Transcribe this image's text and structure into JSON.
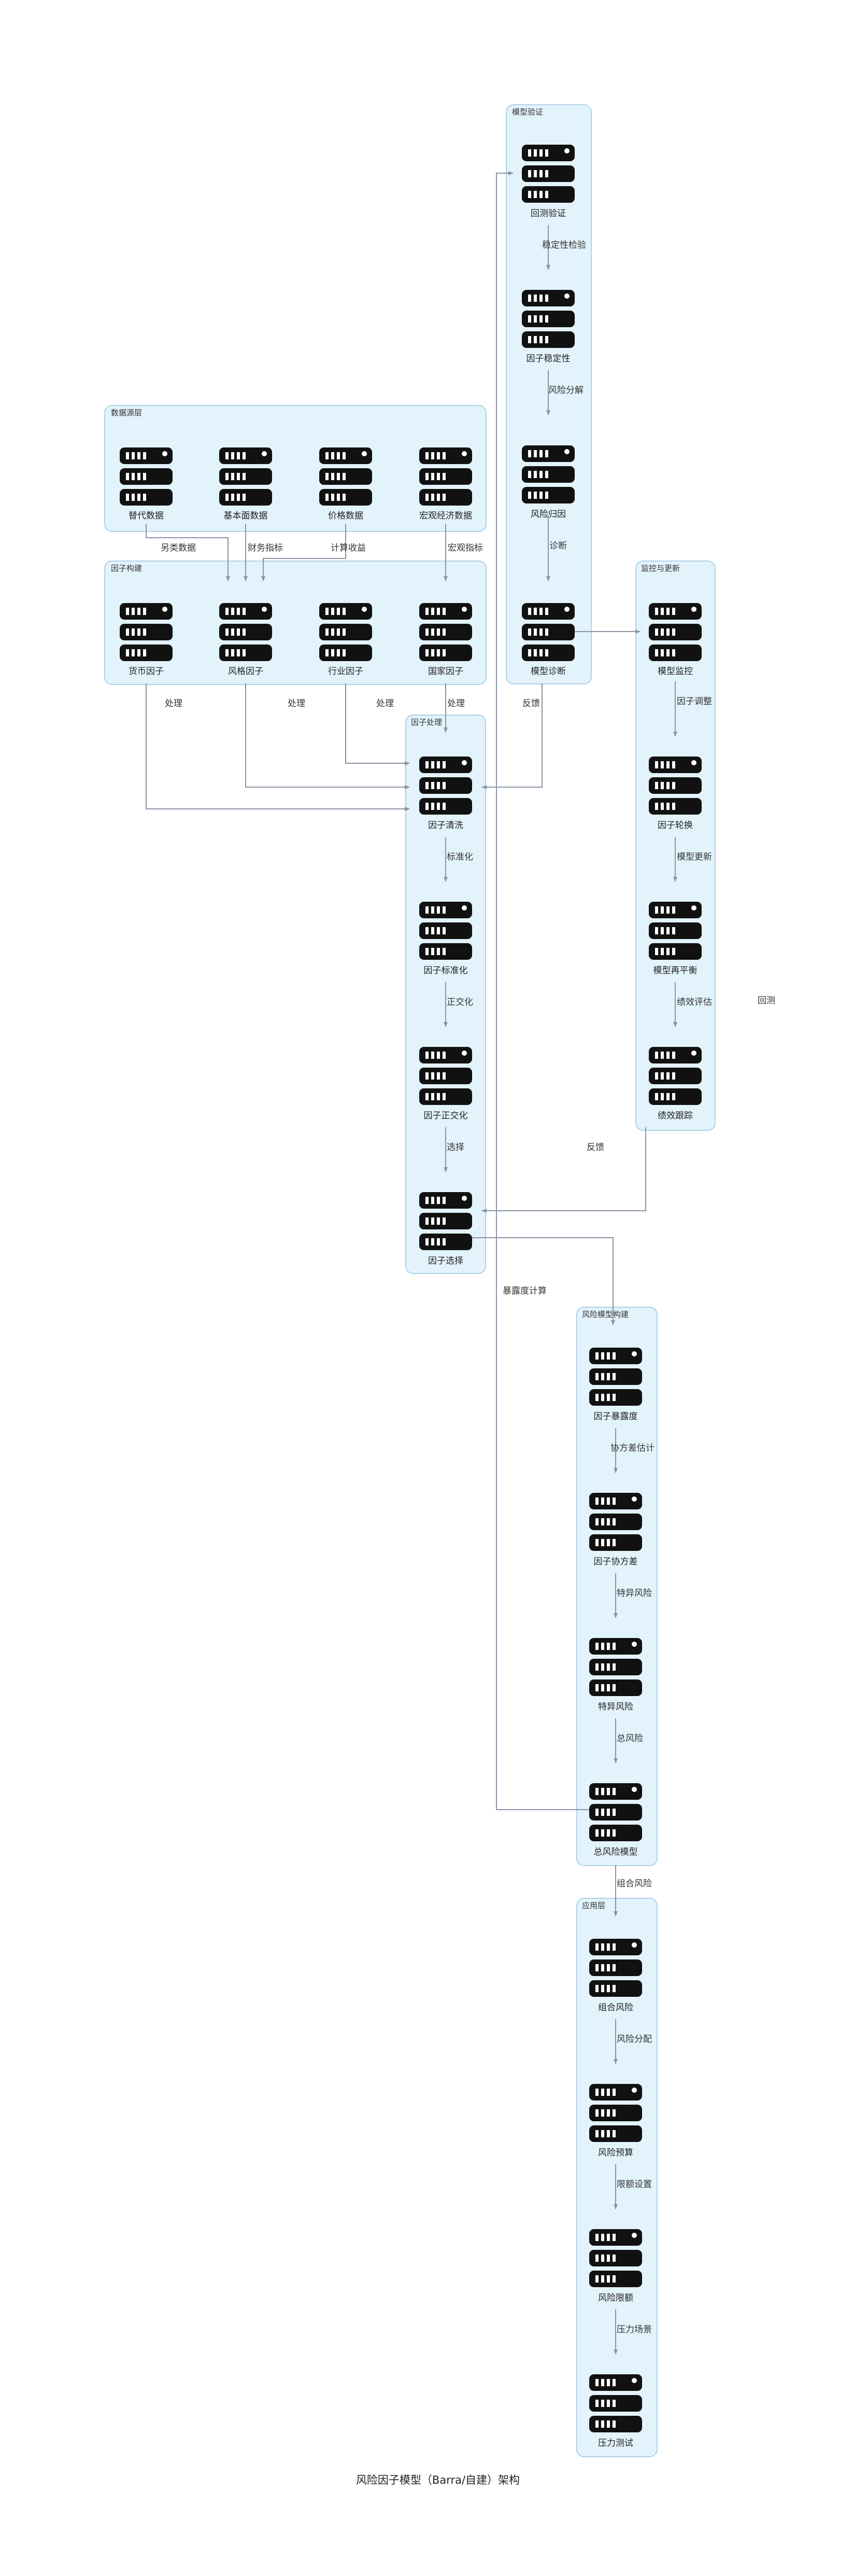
{
  "caption": "风险因子模型（Barra/自建）架构",
  "groups": {
    "data_source": {
      "title": "数据源层"
    },
    "factor_build": {
      "title": "因子构建"
    },
    "factor_process": {
      "title": "因子处理"
    },
    "model_verify": {
      "title": "模型验证"
    },
    "monitor": {
      "title": "监控与更新"
    },
    "risk_model": {
      "title": "风险模型构建"
    },
    "application": {
      "title": "应用层"
    }
  },
  "nodes": {
    "alt_data": {
      "label": "替代数据",
      "icon": "server-icon"
    },
    "fundamental_data": {
      "label": "基本面数据",
      "icon": "server-icon"
    },
    "price_data": {
      "label": "价格数据",
      "icon": "server-icon"
    },
    "macro_data": {
      "label": "宏观经济数据",
      "icon": "server-icon"
    },
    "currency_factor": {
      "label": "货币因子",
      "icon": "server-icon"
    },
    "style_factor": {
      "label": "风格因子",
      "icon": "server-icon"
    },
    "industry_factor": {
      "label": "行业因子",
      "icon": "server-icon"
    },
    "country_factor": {
      "label": "国家因子",
      "icon": "server-icon"
    },
    "factor_clean": {
      "label": "因子清洗",
      "icon": "server-icon"
    },
    "factor_standardize": {
      "label": "因子标准化",
      "icon": "server-icon"
    },
    "factor_orthogonal": {
      "label": "因子正交化",
      "icon": "server-icon"
    },
    "factor_select": {
      "label": "因子选择",
      "icon": "server-icon"
    },
    "backtest": {
      "label": "回测验证",
      "icon": "server-icon"
    },
    "factor_stability": {
      "label": "因子稳定性",
      "icon": "server-icon"
    },
    "risk_attribution": {
      "label": "风险归因",
      "icon": "server-icon"
    },
    "model_diagnosis": {
      "label": "模型诊断",
      "icon": "server-icon"
    },
    "model_monitor": {
      "label": "模型监控",
      "icon": "server-icon"
    },
    "factor_rotation": {
      "label": "因子轮换",
      "icon": "server-icon"
    },
    "model_rebalance": {
      "label": "模型再平衡",
      "icon": "server-icon"
    },
    "performance_tracking": {
      "label": "绩效跟踪",
      "icon": "server-icon"
    },
    "factor_exposure": {
      "label": "因子暴露度",
      "icon": "server-icon"
    },
    "factor_covariance": {
      "label": "因子协方差",
      "icon": "server-icon"
    },
    "specific_risk": {
      "label": "特异风险",
      "icon": "server-icon"
    },
    "total_risk_model": {
      "label": "总风险模型",
      "icon": "server-icon"
    },
    "portfolio_risk": {
      "label": "组合风险",
      "icon": "server-icon"
    },
    "risk_budget": {
      "label": "风险预算",
      "icon": "server-icon"
    },
    "risk_limit": {
      "label": "风险限额",
      "icon": "server-icon"
    },
    "stress_test": {
      "label": "压力测试",
      "icon": "server-icon"
    }
  },
  "edges": {
    "alt_to_currency": {
      "label": "另类数据"
    },
    "fund_to_style": {
      "label": "财务指标"
    },
    "price_to_style": {
      "label": "计算收益"
    },
    "macro_to_country": {
      "label": "宏观指标"
    },
    "currency_to_clean": {
      "label": "处理"
    },
    "style_to_clean": {
      "label": "处理"
    },
    "industry_to_clean": {
      "label": "处理"
    },
    "country_to_clean": {
      "label": "处理"
    },
    "clean_to_standardize": {
      "label": "标准化"
    },
    "standardize_to_orthogonal": {
      "label": "正交化"
    },
    "orthogonal_to_select": {
      "label": "选择"
    },
    "select_to_exposure": {
      "label": "暴露度计算"
    },
    "exposure_to_covariance": {
      "label": "协方差估计"
    },
    "covariance_to_specific": {
      "label": "特异风险"
    },
    "specific_to_total": {
      "label": "总风险"
    },
    "total_to_portfolio": {
      "label": "组合风险"
    },
    "portfolio_to_budget": {
      "label": "风险分配"
    },
    "budget_to_limit": {
      "label": "限额设置"
    },
    "limit_to_stress": {
      "label": "压力场景"
    },
    "total_to_backtest": {
      "label": "回测"
    },
    "backtest_to_stability": {
      "label": "稳定性检验"
    },
    "stability_to_attribution": {
      "label": "风险分解"
    },
    "attribution_to_diagnosis": {
      "label": "诊断"
    },
    "diagnosis_to_clean": {
      "label": "反馈"
    },
    "diagnosis_to_monitor": {
      "label": ""
    },
    "monitor_to_rotation": {
      "label": "因子调整"
    },
    "rotation_to_rebalance": {
      "label": "模型更新"
    },
    "rebalance_to_tracking": {
      "label": "绩效评估"
    },
    "tracking_to_select": {
      "label": "反馈"
    }
  }
}
